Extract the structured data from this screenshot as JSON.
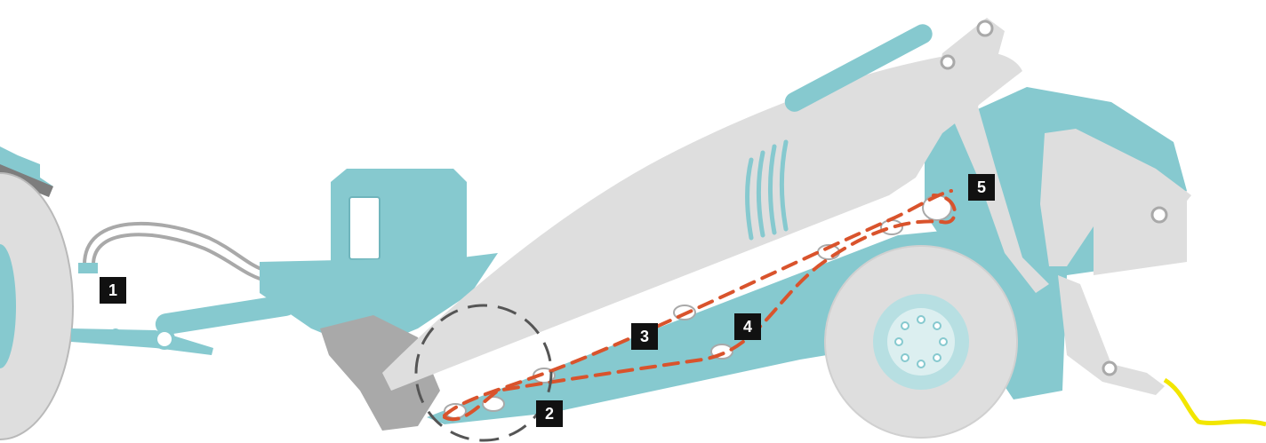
{
  "colors": {
    "machine_teal": "#86c9cf",
    "machine_teal_dark": "#6fb5bc",
    "body_gray": "#dedede",
    "steel_gray": "#a9a9a9",
    "dark_gray": "#7d7d7d",
    "flow_path": "#d9532c",
    "swath": "#f2e600",
    "marker_bg": "#111111",
    "marker_text": "#ffffff"
  },
  "markers": [
    {
      "id": "1",
      "label": "1"
    },
    {
      "id": "2",
      "label": "2"
    },
    {
      "id": "3",
      "label": "3"
    },
    {
      "id": "4",
      "label": "4"
    },
    {
      "id": "5",
      "label": "5"
    }
  ]
}
